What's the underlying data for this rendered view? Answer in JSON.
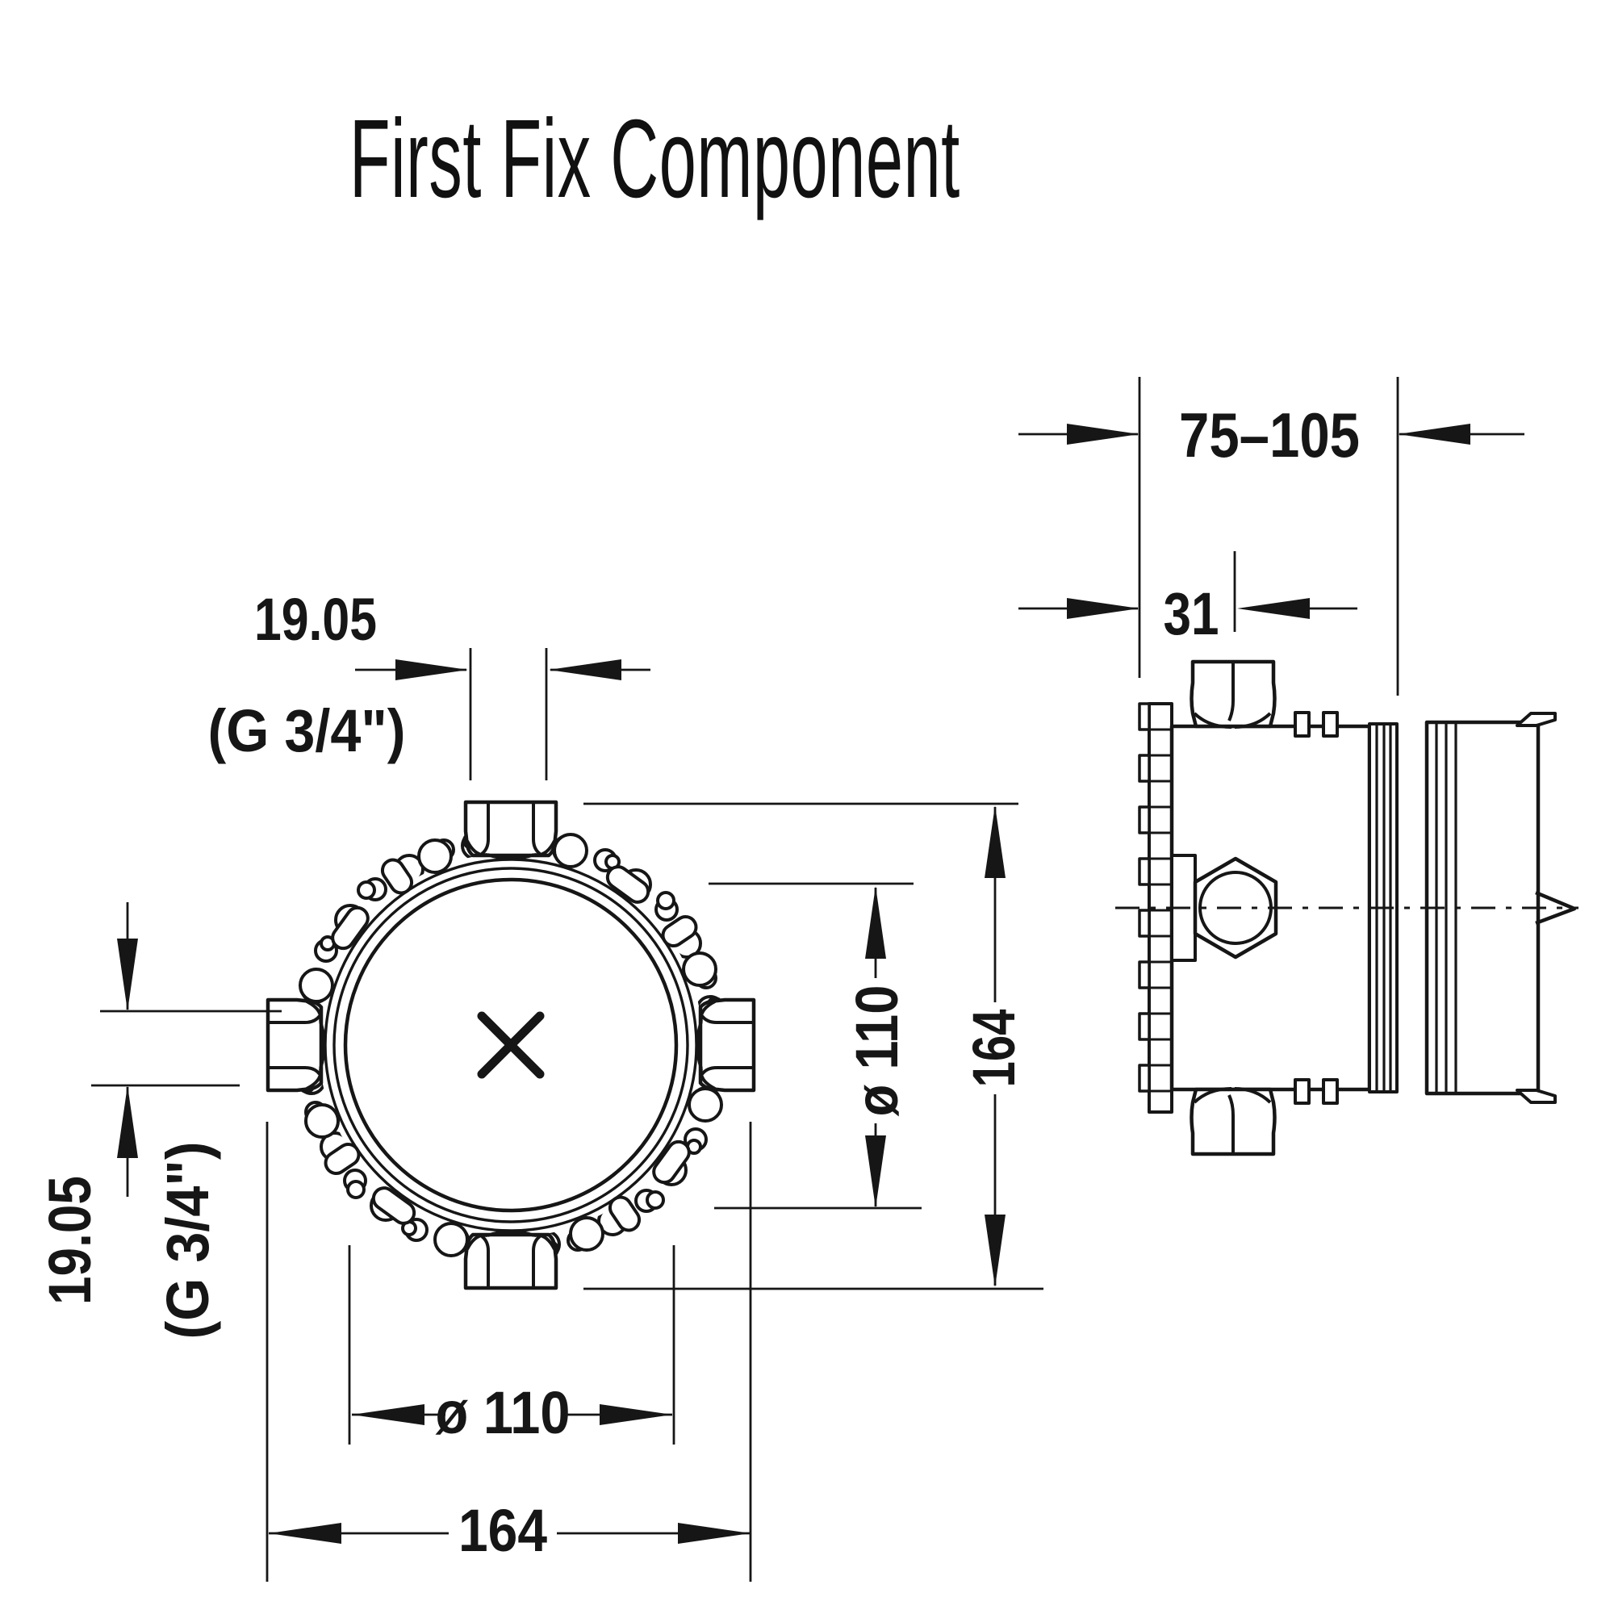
{
  "title": "First Fix Component",
  "front_view": {
    "top_port": {
      "value": "19.05",
      "thread_label": "(G 3/4\")"
    },
    "left_port": {
      "value": "19.05",
      "thread_label": "(G 3/4\")"
    },
    "body_diameter_bottom": "ø 110",
    "overall_width_bottom": "164",
    "body_diameter_right": "ø 110",
    "overall_height_right": "164"
  },
  "side_view": {
    "installation_depth_range": "75–105",
    "flange_to_center_offset": "31"
  },
  "colors": {
    "ink": "#161616",
    "background": "#ffffff"
  }
}
